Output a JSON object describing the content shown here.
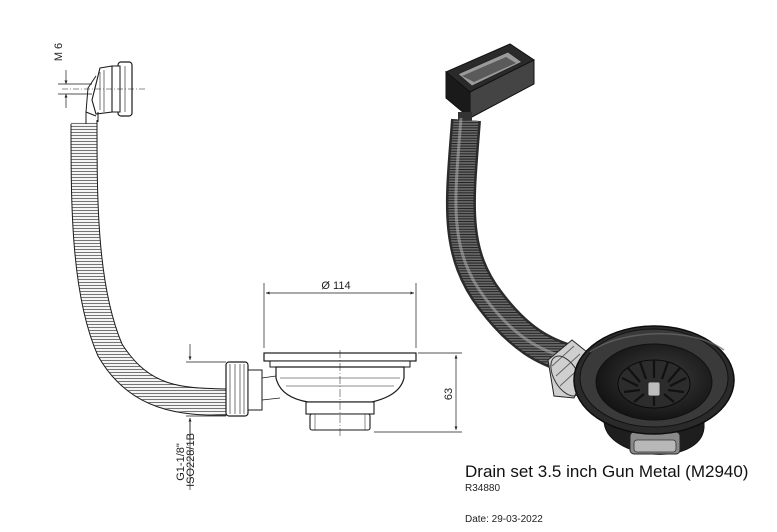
{
  "dimensions": {
    "thread": "M 6",
    "diameter": "Ø 114",
    "height": "63",
    "connection_thread": "G1-1/8\"",
    "connection_standard": "ISO228/1B"
  },
  "title_block": {
    "title": "Drain set 3.5 inch Gun Metal (M2940)",
    "code": "R34880",
    "date": "Date: 29-03-2022"
  },
  "colors": {
    "line": "#1a1a1a",
    "gun_metal": "#3a3a3a",
    "hose_gray": "#8a8a8a"
  }
}
